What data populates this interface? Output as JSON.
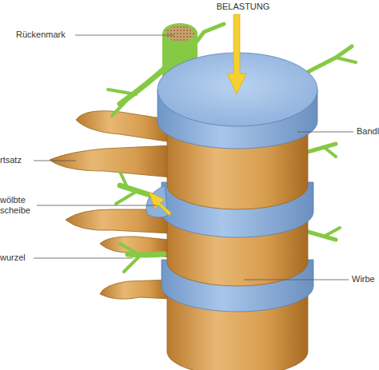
{
  "diagram": {
    "labels": [
      "BELASTUNG",
      "Rückenmark",
      "Bandl",
      "rtsatz",
      "wölbte scheibe",
      "wurzel",
      "Wirbe"
    ]
  }
}
